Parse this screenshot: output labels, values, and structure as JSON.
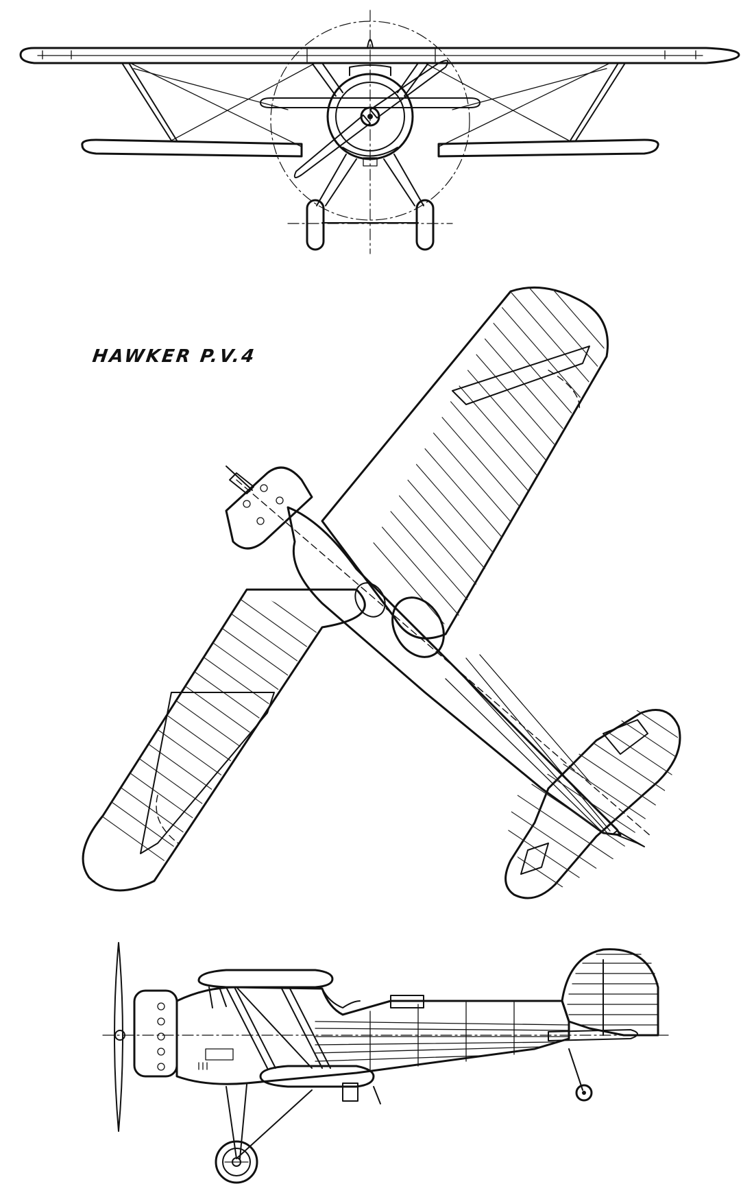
{
  "drawing": {
    "title": "HAWKER P.V.4",
    "views": [
      "front-view",
      "plan-view",
      "side-view"
    ]
  },
  "colors": {
    "ink": "#111111",
    "paper": "#ffffff"
  }
}
